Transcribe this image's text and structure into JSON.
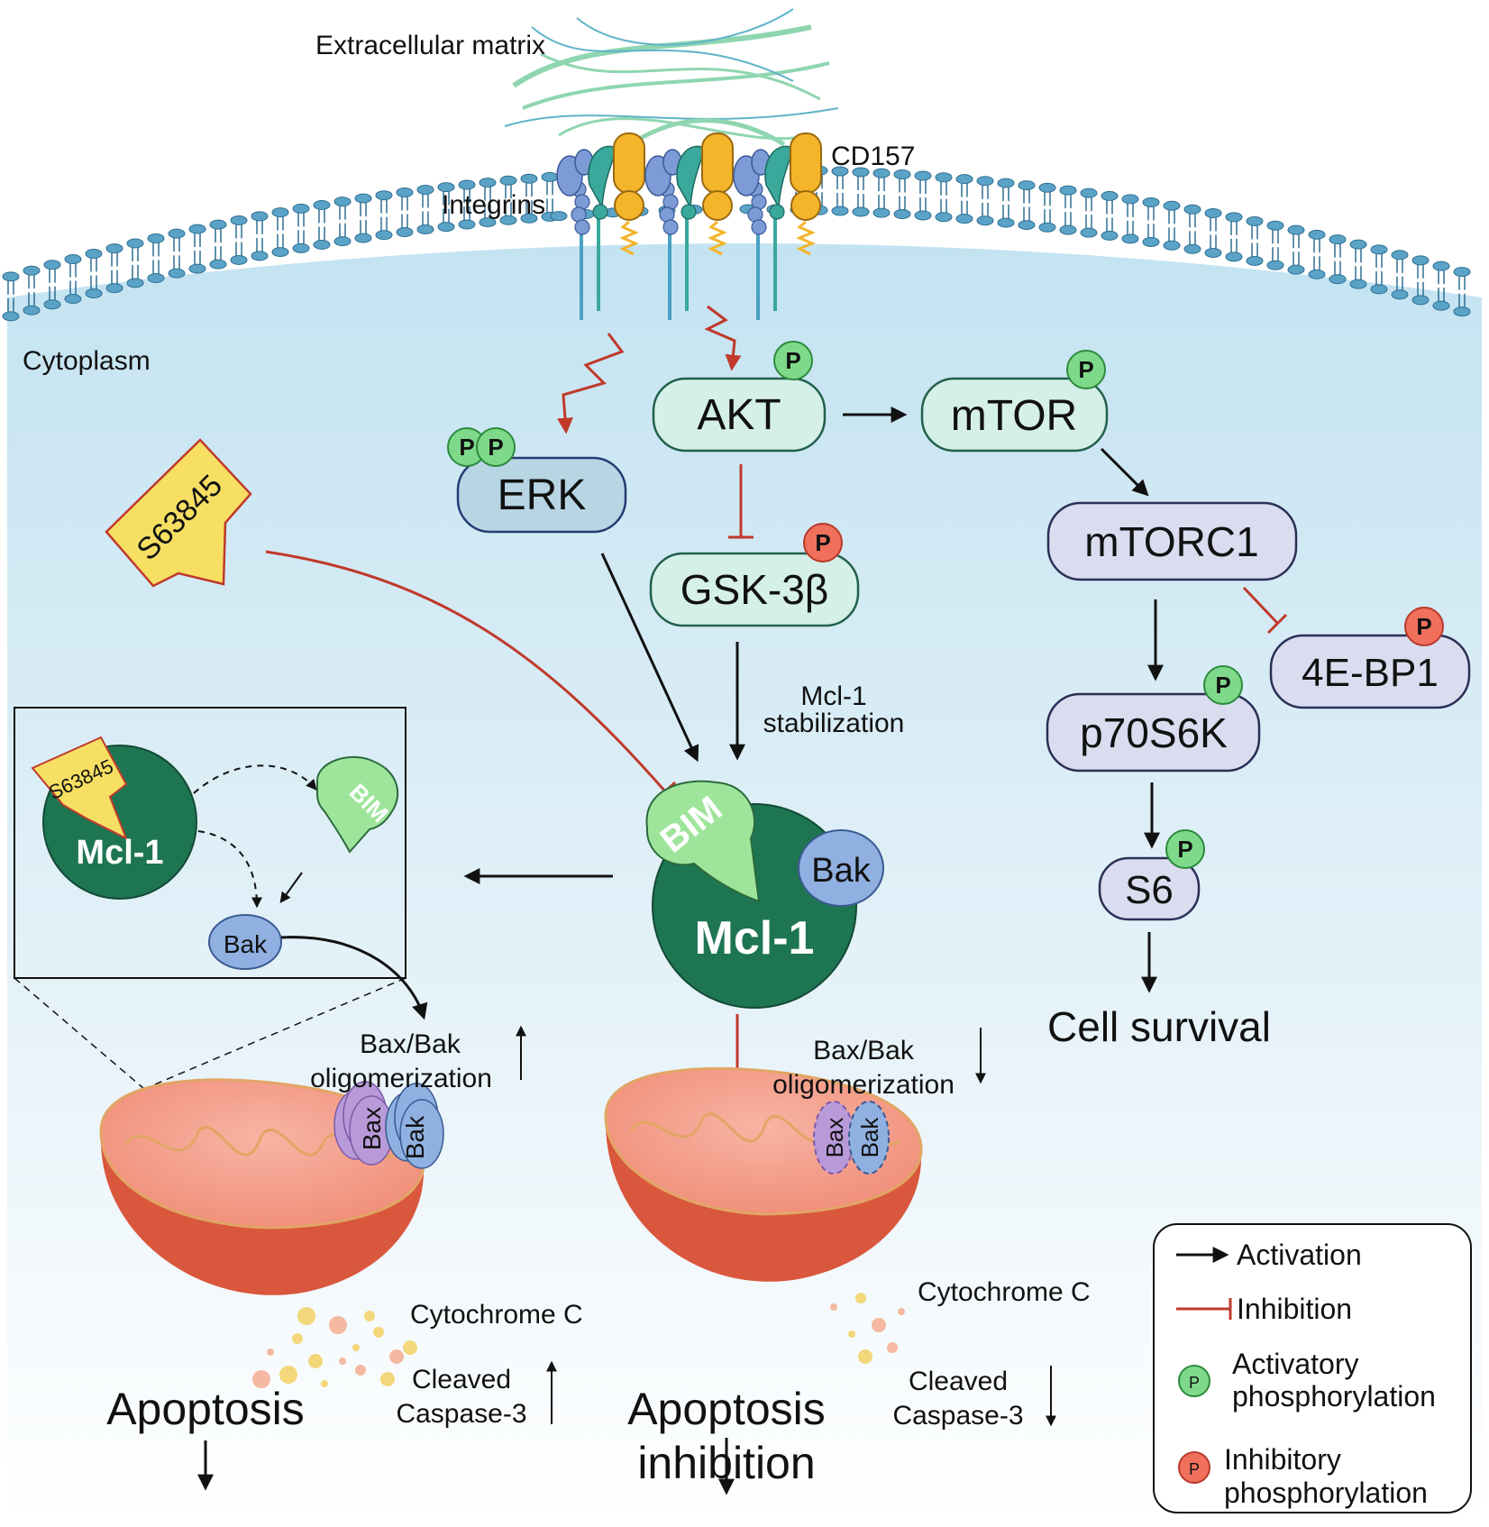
{
  "labels": {
    "extracellular_matrix": "Extracellular matrix",
    "cd157": "CD157",
    "integrins": "Integrins",
    "cytoplasm": "Cytoplasm",
    "mcl1_stabilization_1": "Mcl-1",
    "mcl1_stabilization_2": "stabilization",
    "cell_survival": "Cell survival",
    "baxbak_left_1": "Bax/Bak",
    "baxbak_left_2": "oligomerization",
    "baxbak_right_1": "Bax/Bak",
    "baxbak_right_2": "oligomerization",
    "cytc_left": "Cytochrome C",
    "cytc_right": "Cytochrome C",
    "caspase_left_1": "Cleaved",
    "caspase_left_2": "Caspase-3",
    "caspase_right_1": "Cleaved",
    "caspase_right_2": "Caspase-3",
    "apoptosis": "Apoptosis",
    "apoptosis_inhibition_1": "Apoptosis",
    "apoptosis_inhibition_2": "inhibition"
  },
  "nodes": {
    "akt": "AKT",
    "mtor": "mTOR",
    "erk": "ERK",
    "gsk3b": "GSK-3β",
    "mtorc1": "mTORC1",
    "ebp1": "4E-BP1",
    "p70s6k": "p70S6K",
    "s6": "S6"
  },
  "molecules": {
    "s63845": "S63845",
    "mcl1": "Mcl-1",
    "bim": "BIM",
    "bak": "Bak",
    "bax": "Bax",
    "inset_s63845": "S63845",
    "inset_mcl1": "Mcl-1",
    "inset_bim": "BIM",
    "inset_bak": "Bak"
  },
  "phospho": {
    "p": "P"
  },
  "legend": {
    "activation": "Activation",
    "inhibition": "Inhibition",
    "activatory_1": "Activatory",
    "activatory_2": "phosphorylation",
    "inhibitory_1": "Inhibitory",
    "inhibitory_2": "phosphorylation"
  },
  "colors": {
    "activatory_p": "#7fd98a",
    "inhibitory_p": "#f0705c",
    "inhibition_line": "#c0392b",
    "mcl1": "#1e7552",
    "bim": "#9ee59b",
    "bak": "#8fb0e0",
    "bax": "#b99ad8",
    "s63845": "#f6df63",
    "membrane": "#5aa3c7"
  }
}
